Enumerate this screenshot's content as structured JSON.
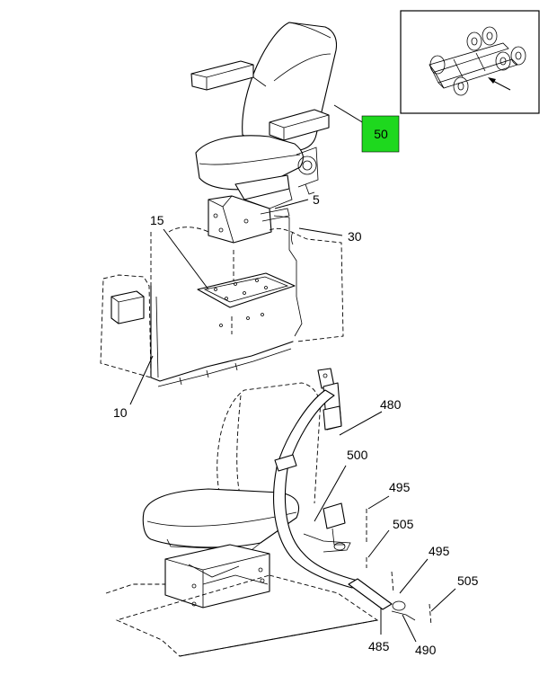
{
  "callouts": {
    "c50": "50",
    "c5": "5",
    "c15": "15",
    "c30": "30",
    "c10": "10",
    "c480": "480",
    "c500": "500",
    "c495a": "495",
    "c505a": "505",
    "c495b": "495",
    "c505b": "505",
    "c485": "485",
    "c490": "490"
  },
  "highlight_color": "#1ed81e"
}
